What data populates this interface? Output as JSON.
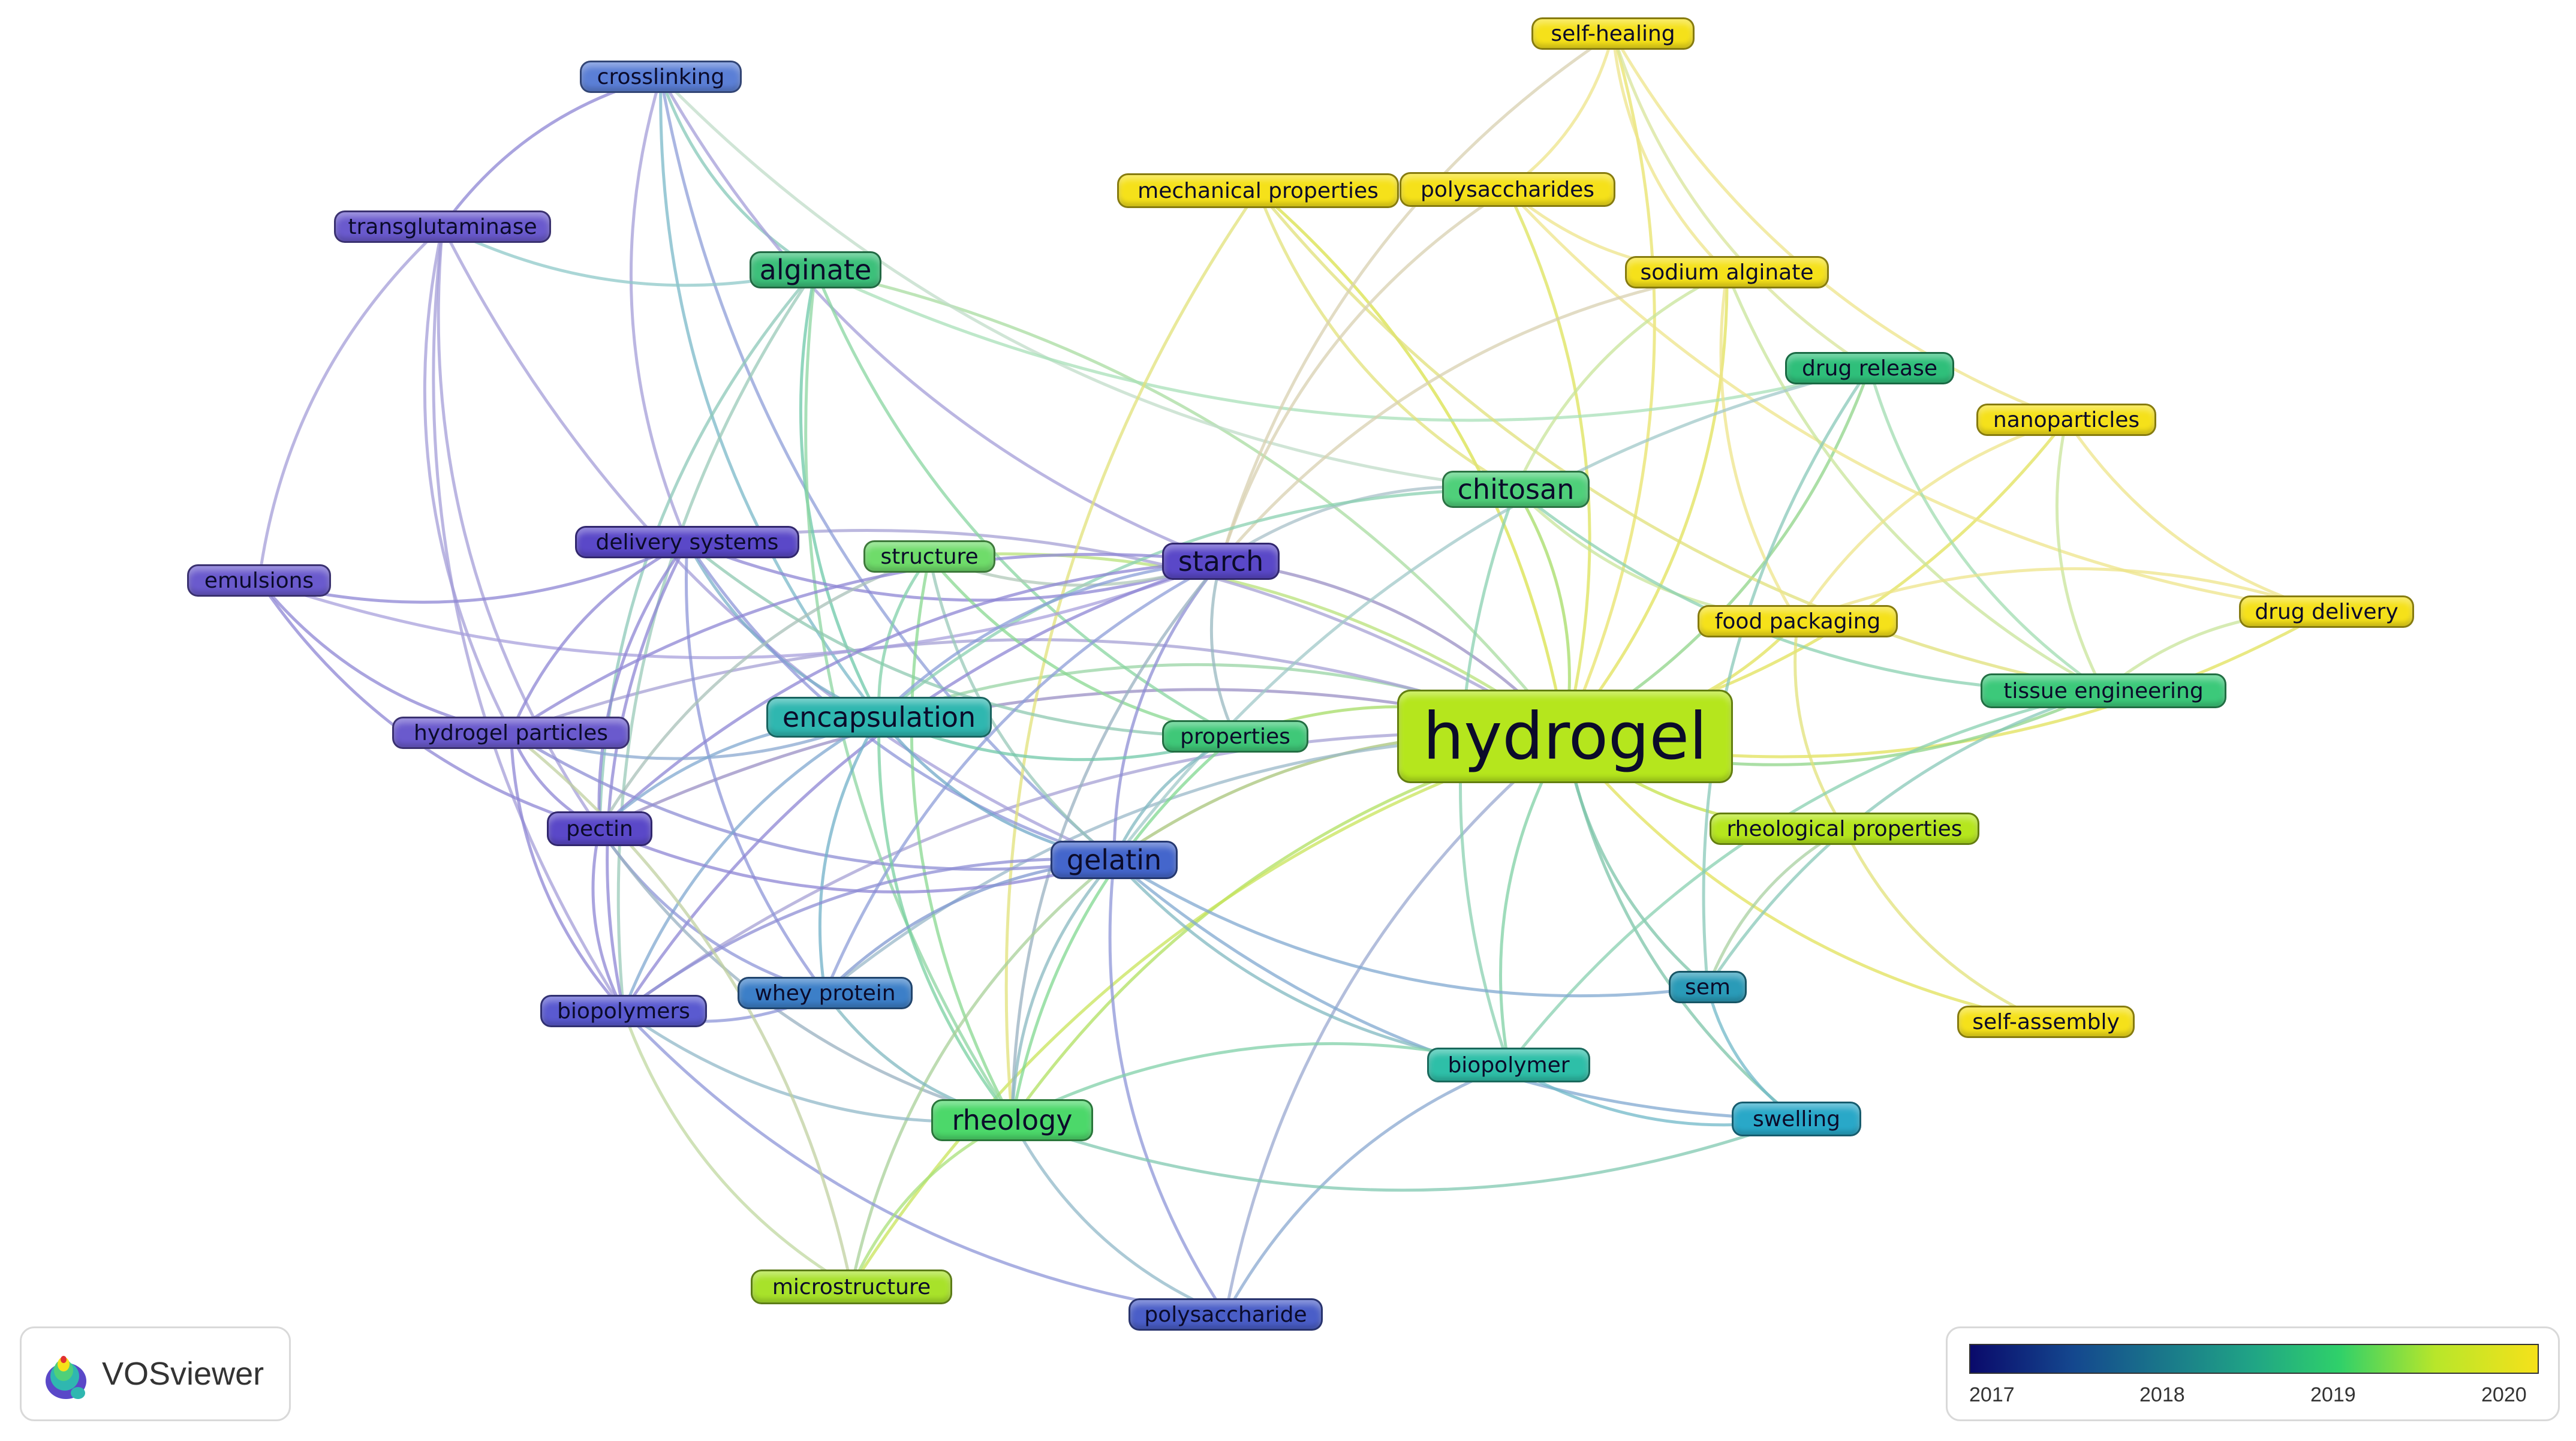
{
  "network": {
    "nodes": [
      {
        "id": "hydrogel",
        "label": "hydrogel",
        "year": 2019.6,
        "color": "#b5e61d",
        "size": "xl"
      },
      {
        "id": "crosslinking",
        "label": "crosslinking",
        "year": 2017.5,
        "color": "#5b7fd6",
        "size": "s"
      },
      {
        "id": "transglutaminase",
        "label": "transglutaminase",
        "year": 2017.2,
        "color": "#6a5acd",
        "size": "s"
      },
      {
        "id": "alginate",
        "label": "alginate",
        "year": 2018.9,
        "color": "#3cc07a",
        "size": "m"
      },
      {
        "id": "mechanical-properties",
        "label": "mechanical properties",
        "year": 2020.0,
        "color": "#f5e11a",
        "size": "s"
      },
      {
        "id": "polysaccharides",
        "label": "polysaccharides",
        "year": 2020.0,
        "color": "#f5e11a",
        "size": "s"
      },
      {
        "id": "self-healing",
        "label": "self-healing",
        "year": 2020.0,
        "color": "#f5e11a",
        "size": "s"
      },
      {
        "id": "sodium-alginate",
        "label": "sodium alginate",
        "year": 2020.0,
        "color": "#f5e11a",
        "size": "s"
      },
      {
        "id": "drug-release",
        "label": "drug release",
        "year": 2018.9,
        "color": "#2fbf7a",
        "size": "s"
      },
      {
        "id": "nanoparticles",
        "label": "nanoparticles",
        "year": 2020.0,
        "color": "#f5e11a",
        "size": "s"
      },
      {
        "id": "chitosan",
        "label": "chitosan",
        "year": 2019.0,
        "color": "#4fd07a",
        "size": "m"
      },
      {
        "id": "emulsions",
        "label": "emulsions",
        "year": 2017.2,
        "color": "#6a5acd",
        "size": "s"
      },
      {
        "id": "delivery-systems",
        "label": "delivery systems",
        "year": 2017.1,
        "color": "#5a48c8",
        "size": "s"
      },
      {
        "id": "structure",
        "label": "structure",
        "year": 2019.1,
        "color": "#6fdc6a",
        "size": "s"
      },
      {
        "id": "starch",
        "label": "starch",
        "year": 2017.1,
        "color": "#5a48c8",
        "size": "m"
      },
      {
        "id": "drug-delivery",
        "label": "drug delivery",
        "year": 2020.0,
        "color": "#f5e11a",
        "size": "s"
      },
      {
        "id": "food-packaging",
        "label": "food packaging",
        "year": 2020.0,
        "color": "#f5e11a",
        "size": "s"
      },
      {
        "id": "tissue-engineering",
        "label": "tissue engineering",
        "year": 2019.0,
        "color": "#3cc97a",
        "size": "s"
      },
      {
        "id": "hydrogel-particles",
        "label": "hydrogel particles",
        "year": 2017.2,
        "color": "#6a5acd",
        "size": "s"
      },
      {
        "id": "encapsulation",
        "label": "encapsulation",
        "year": 2018.5,
        "color": "#2fb7b0",
        "size": "m"
      },
      {
        "id": "properties",
        "label": "properties",
        "year": 2019.0,
        "color": "#3fc878",
        "size": "s"
      },
      {
        "id": "pectin",
        "label": "pectin",
        "year": 2017.1,
        "color": "#5a48c8",
        "size": "s"
      },
      {
        "id": "gelatin",
        "label": "gelatin",
        "year": 2017.5,
        "color": "#4466cc",
        "size": "m"
      },
      {
        "id": "rheological-properties",
        "label": "rheological properties",
        "year": 2019.6,
        "color": "#b5e61d",
        "size": "s"
      },
      {
        "id": "sem",
        "label": "sem",
        "year": 2018.3,
        "color": "#2a9bb8",
        "size": "s"
      },
      {
        "id": "self-assembly",
        "label": "self-assembly",
        "year": 2020.0,
        "color": "#f5e11a",
        "size": "s"
      },
      {
        "id": "whey-protein",
        "label": "whey protein",
        "year": 2017.8,
        "color": "#3c7fc8",
        "size": "s"
      },
      {
        "id": "biopolymers",
        "label": "biopolymers",
        "year": 2017.3,
        "color": "#5a5ad0",
        "size": "s"
      },
      {
        "id": "biopolymer",
        "label": "biopolymer",
        "year": 2018.6,
        "color": "#2ebfa8",
        "size": "s"
      },
      {
        "id": "rheology",
        "label": "rheology",
        "year": 2019.0,
        "color": "#4cd86a",
        "size": "m"
      },
      {
        "id": "swelling",
        "label": "swelling",
        "year": 2018.3,
        "color": "#29a8c8",
        "size": "s"
      },
      {
        "id": "microstructure",
        "label": "microstructure",
        "year": 2019.6,
        "color": "#a8e22a",
        "size": "s"
      },
      {
        "id": "polysaccharide",
        "label": "polysaccharide",
        "year": 2017.3,
        "color": "#4a5ec8",
        "size": "s"
      }
    ],
    "edges": [
      [
        "hydrogel",
        "self-healing",
        "#e8e36a"
      ],
      [
        "hydrogel",
        "mechanical-properties",
        "#d9e24a"
      ],
      [
        "hydrogel",
        "polysaccharides",
        "#dde35a"
      ],
      [
        "hydrogel",
        "sodium-alginate",
        "#e2e25a"
      ],
      [
        "hydrogel",
        "drug-release",
        "#8fd488"
      ],
      [
        "hydrogel",
        "nanoparticles",
        "#e2e25a"
      ],
      [
        "hydrogel",
        "chitosan",
        "#a6dc66"
      ],
      [
        "hydrogel",
        "drug-delivery",
        "#e2e25a"
      ],
      [
        "hydrogel",
        "food-packaging",
        "#e2e25a"
      ],
      [
        "hydrogel",
        "tissue-engineering",
        "#8fd488"
      ],
      [
        "hydrogel",
        "rheological-properties",
        "#c4e24a"
      ],
      [
        "hydrogel",
        "sem",
        "#7cc4a8"
      ],
      [
        "hydrogel",
        "self-assembly",
        "#e2e25a"
      ],
      [
        "hydrogel",
        "biopolymer",
        "#7fd0a4"
      ],
      [
        "hydrogel",
        "swelling",
        "#7cc4a8"
      ],
      [
        "hydrogel",
        "rheology",
        "#b0e060"
      ],
      [
        "hydrogel",
        "microstructure",
        "#c8e45a"
      ],
      [
        "hydrogel",
        "gelatin",
        "#a8c47a"
      ],
      [
        "hydrogel",
        "starch",
        "#9a8fc4"
      ],
      [
        "hydrogel",
        "encapsulation",
        "#98d4a4"
      ],
      [
        "hydrogel",
        "properties",
        "#a6dc66"
      ],
      [
        "hydrogel",
        "structure",
        "#b8e27a"
      ],
      [
        "hydrogel",
        "alginate",
        "#a8dca0"
      ],
      [
        "hydrogel",
        "pectin",
        "#9a8fc4"
      ],
      [
        "hydrogel",
        "hydrogel-particles",
        "#a6a0d4"
      ],
      [
        "hydrogel",
        "delivery-systems",
        "#a6a0d4"
      ],
      [
        "hydrogel",
        "whey-protein",
        "#9ab8c8"
      ],
      [
        "hydrogel",
        "biopolymers",
        "#a6a0d4"
      ],
      [
        "hydrogel",
        "polysaccharide",
        "#9aa8d0"
      ],
      [
        "crosslinking",
        "transglutaminase",
        "#8e86d4"
      ],
      [
        "crosslinking",
        "alginate",
        "#86c8b8"
      ],
      [
        "crosslinking",
        "starch",
        "#a49ed8"
      ],
      [
        "crosslinking",
        "encapsulation",
        "#7ab8c8"
      ],
      [
        "crosslinking",
        "gelatin",
        "#8e9ed8"
      ],
      [
        "crosslinking",
        "chitosan",
        "#c0dcc8"
      ],
      [
        "crosslinking",
        "delivery-systems",
        "#a49ed8"
      ],
      [
        "transglutaminase",
        "alginate",
        "#8ec8c8"
      ],
      [
        "transglutaminase",
        "emulsions",
        "#a49ed8"
      ],
      [
        "transglutaminase",
        "pectin",
        "#a49ed8"
      ],
      [
        "transglutaminase",
        "hydrogel-particles",
        "#a49ed8"
      ],
      [
        "transglutaminase",
        "gelatin",
        "#a49ed8"
      ],
      [
        "transglutaminase",
        "biopolymers",
        "#a49ed8"
      ],
      [
        "alginate",
        "encapsulation",
        "#6cc8a8"
      ],
      [
        "alginate",
        "pectin",
        "#8cc8b8"
      ],
      [
        "alginate",
        "properties",
        "#88d6a0"
      ],
      [
        "alginate",
        "drug-release",
        "#a8e0b8"
      ],
      [
        "alginate",
        "rheology",
        "#8cd6a0"
      ],
      [
        "alginate",
        "biopolymers",
        "#9acab8"
      ],
      [
        "mechanical-properties",
        "chitosan",
        "#e2e27a"
      ],
      [
        "mechanical-properties",
        "rheology",
        "#e2e27a"
      ],
      [
        "mechanical-properties",
        "tissue-engineering",
        "#e0e07a"
      ],
      [
        "polysaccharides",
        "self-healing",
        "#eee48a"
      ],
      [
        "polysaccharides",
        "sodium-alginate",
        "#eee48a"
      ],
      [
        "polysaccharides",
        "drug-delivery",
        "#eee48a"
      ],
      [
        "polysaccharides",
        "starch",
        "#d8d0b0"
      ],
      [
        "self-healing",
        "sodium-alginate",
        "#eee48a"
      ],
      [
        "self-healing",
        "drug-release",
        "#d8e49a"
      ],
      [
        "self-healing",
        "nanoparticles",
        "#eee48a"
      ],
      [
        "self-healing",
        "starch",
        "#d8d0b0"
      ],
      [
        "sodium-alginate",
        "food-packaging",
        "#eee48a"
      ],
      [
        "sodium-alginate",
        "tissue-engineering",
        "#c8e49a"
      ],
      [
        "sodium-alginate",
        "starch",
        "#d8d0b0"
      ],
      [
        "sodium-alginate",
        "chitosan",
        "#c8e49a"
      ],
      [
        "drug-release",
        "tissue-engineering",
        "#a0dcb0"
      ],
      [
        "drug-release",
        "sem",
        "#88c8b8"
      ],
      [
        "drug-release",
        "gelatin",
        "#a0c8c8"
      ],
      [
        "nanoparticles",
        "drug-delivery",
        "#eee48a"
      ],
      [
        "nanoparticles",
        "tissue-engineering",
        "#c8e49a"
      ],
      [
        "nanoparticles",
        "food-packaging",
        "#eee48a"
      ],
      [
        "chitosan",
        "starch",
        "#a8c0c8"
      ],
      [
        "chitosan",
        "encapsulation",
        "#8ad0b0"
      ],
      [
        "chitosan",
        "biopolymer",
        "#8ad0b0"
      ],
      [
        "chitosan",
        "food-packaging",
        "#c8e49a"
      ],
      [
        "chitosan",
        "tissue-engineering",
        "#8ad0b0"
      ],
      [
        "emulsions",
        "delivery-systems",
        "#8e86d4"
      ],
      [
        "emulsions",
        "hydrogel-particles",
        "#8e86d4"
      ],
      [
        "emulsions",
        "pectin",
        "#8e86d4"
      ],
      [
        "emulsions",
        "starch",
        "#a8a0dc"
      ],
      [
        "delivery-systems",
        "starch",
        "#8e86d4"
      ],
      [
        "delivery-systems",
        "encapsulation",
        "#7ab0c8"
      ],
      [
        "delivery-systems",
        "pectin",
        "#8e86d4"
      ],
      [
        "delivery-systems",
        "gelatin",
        "#8e96d8"
      ],
      [
        "delivery-systems",
        "hydrogel-particles",
        "#8e86d4"
      ],
      [
        "delivery-systems",
        "biopolymers",
        "#8e86d4"
      ],
      [
        "delivery-systems",
        "whey-protein",
        "#8e96d8"
      ],
      [
        "delivery-systems",
        "properties",
        "#8ec8b0"
      ],
      [
        "structure",
        "starch",
        "#b0c8b8"
      ],
      [
        "structure",
        "encapsulation",
        "#80d0a8"
      ],
      [
        "structure",
        "gelatin",
        "#98c8b8"
      ],
      [
        "structure",
        "rheology",
        "#88d890"
      ],
      [
        "structure",
        "pectin",
        "#a8c0b8"
      ],
      [
        "structure",
        "properties",
        "#88d890"
      ],
      [
        "starch",
        "encapsulation",
        "#8a9ed8"
      ],
      [
        "starch",
        "pectin",
        "#8e86d4"
      ],
      [
        "starch",
        "gelatin",
        "#8e8ed4"
      ],
      [
        "starch",
        "properties",
        "#98b8c0"
      ],
      [
        "starch",
        "rheology",
        "#98b0c0"
      ],
      [
        "starch",
        "biopolymers",
        "#8e86d4"
      ],
      [
        "starch",
        "hydrogel-particles",
        "#8e86d4"
      ],
      [
        "starch",
        "whey-protein",
        "#8e9ed8"
      ],
      [
        "drug-delivery",
        "tissue-engineering",
        "#c8e49a"
      ],
      [
        "drug-delivery",
        "food-packaging",
        "#eee48a"
      ],
      [
        "food-packaging",
        "rheological-properties",
        "#e2e27a"
      ],
      [
        "tissue-engineering",
        "sem",
        "#88c8b8"
      ],
      [
        "tissue-engineering",
        "biopolymer",
        "#88d0b0"
      ],
      [
        "hydrogel-particles",
        "pectin",
        "#8e86d4"
      ],
      [
        "hydrogel-particles",
        "encapsulation",
        "#8aa8d0"
      ],
      [
        "hydrogel-particles",
        "gelatin",
        "#8e8ed4"
      ],
      [
        "hydrogel-particles",
        "biopolymers",
        "#8e86d4"
      ],
      [
        "encapsulation",
        "pectin",
        "#80a8d0"
      ],
      [
        "encapsulation",
        "gelatin",
        "#70a8c8"
      ],
      [
        "encapsulation",
        "rheology",
        "#78d0a0"
      ],
      [
        "encapsulation",
        "whey-protein",
        "#70b0c8"
      ],
      [
        "encapsulation",
        "biopolymers",
        "#80a8d0"
      ],
      [
        "encapsulation",
        "properties",
        "#70c8a8"
      ],
      [
        "properties",
        "gelatin",
        "#80b8c0"
      ],
      [
        "properties",
        "rheology",
        "#80d890"
      ],
      [
        "pectin",
        "gelatin",
        "#8e86d4"
      ],
      [
        "pectin",
        "biopolymers",
        "#8e86d4"
      ],
      [
        "pectin",
        "whey-protein",
        "#8e96d8"
      ],
      [
        "pectin",
        "rheology",
        "#98b0c0"
      ],
      [
        "gelatin",
        "whey-protein",
        "#8098d0"
      ],
      [
        "gelatin",
        "biopolymers",
        "#8e8ed4"
      ],
      [
        "gelatin",
        "rheology",
        "#88b8c0"
      ],
      [
        "gelatin",
        "polysaccharide",
        "#8e96d8"
      ],
      [
        "gelatin",
        "sem",
        "#80a8d0"
      ],
      [
        "gelatin",
        "swelling",
        "#80a8d0"
      ],
      [
        "gelatin",
        "biopolymer",
        "#80b8c0"
      ],
      [
        "gelatin",
        "microstructure",
        "#a8d098"
      ],
      [
        "rheological-properties",
        "self-assembly",
        "#e2e27a"
      ],
      [
        "rheological-properties",
        "sem",
        "#a8d0a0"
      ],
      [
        "sem",
        "swelling",
        "#70b8c8"
      ],
      [
        "biopolymer",
        "swelling",
        "#70b8c8"
      ],
      [
        "biopolymer",
        "polysaccharide",
        "#8aa8d0"
      ],
      [
        "biopolymer",
        "rheology",
        "#80d0a8"
      ],
      [
        "biopolymers",
        "rheology",
        "#90b8c8"
      ],
      [
        "biopolymers",
        "microstructure",
        "#c0d8a0"
      ],
      [
        "biopolymers",
        "whey-protein",
        "#8e96d8"
      ],
      [
        "biopolymers",
        "polysaccharide",
        "#8e96d8"
      ],
      [
        "whey-protein",
        "rheology",
        "#80b8c0"
      ],
      [
        "rheology",
        "microstructure",
        "#a8e07a"
      ],
      [
        "rheology",
        "polysaccharide",
        "#90b8c8"
      ],
      [
        "rheology",
        "swelling",
        "#80c8b0"
      ],
      [
        "microstructure",
        "hydrogel-particles",
        "#c0d0a0"
      ]
    ]
  },
  "logo": {
    "text": "VOSviewer"
  },
  "legend": {
    "ticks": [
      "2017",
      "2018",
      "2019",
      "2020"
    ],
    "gradient": [
      "#0a0a6b",
      "#14478e",
      "#1a7a8a",
      "#20a585",
      "#2fd06a",
      "#b8e62a",
      "#f5e11a"
    ]
  }
}
